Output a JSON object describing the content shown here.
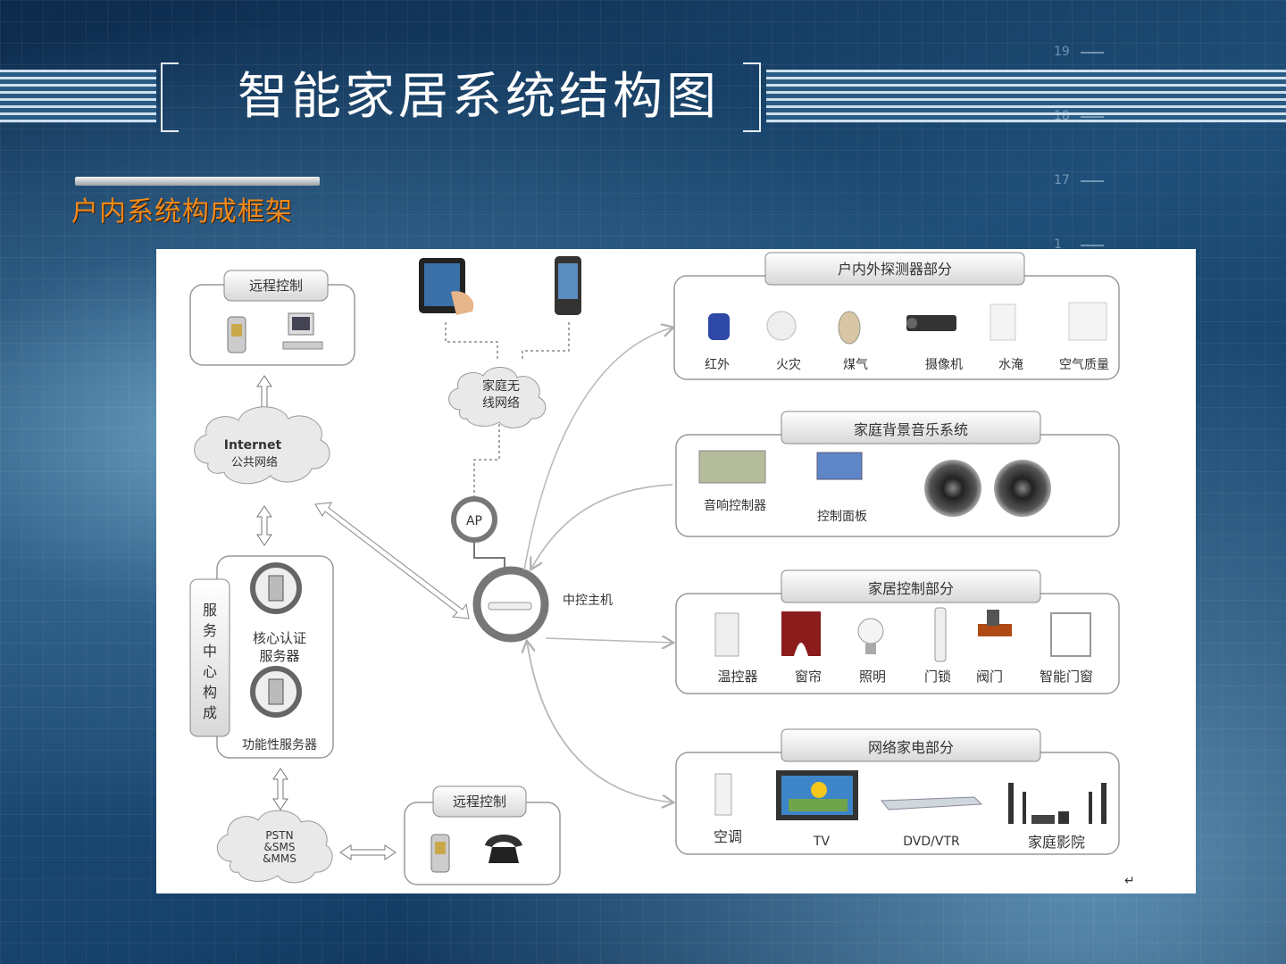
{
  "slide": {
    "title": "智能家居系统结构图",
    "subtitle": "户内系统构成框架"
  },
  "decor_numbers": [
    "19",
    "18",
    "17",
    "1"
  ],
  "diagram": {
    "remote_control_top": {
      "label": "远程控制"
    },
    "internet": {
      "line1": "Internet",
      "line2": "公共网络"
    },
    "wireless": {
      "line1": "家庭无",
      "line2": "线网络"
    },
    "ap": {
      "label": "AP"
    },
    "central_host": {
      "label": "中控主机"
    },
    "service_center": {
      "label_chars": [
        "服",
        "务",
        "中",
        "心",
        "构",
        "成"
      ],
      "core_server": {
        "line1": "核心认证",
        "line2": "服务器"
      },
      "func_server": "功能性服务器"
    },
    "pstn": {
      "line1": "PSTN",
      "line2": "&SMS",
      "line3": "&MMS"
    },
    "remote_control_bottom": {
      "label": "远程控制"
    },
    "groups": [
      {
        "title": "户内外探测器部分",
        "items": [
          "红外",
          "火灾",
          "煤气",
          "摄像机",
          "水淹",
          "空气质量"
        ]
      },
      {
        "title": "家庭背景音乐系统",
        "items": [
          "音响控制器",
          "控制面板"
        ]
      },
      {
        "title": "家居控制部分",
        "items": [
          "温控器",
          "窗帘",
          "照明",
          "门锁",
          "阀门",
          "智能门窗"
        ]
      },
      {
        "title": "网络家电部分",
        "items": [
          "空调",
          "TV",
          "DVD/VTR",
          "家庭影院"
        ]
      }
    ],
    "return_mark": "↵"
  },
  "colors": {
    "title": "#ffffff",
    "subtitle": "#f08a1c",
    "panel": "#ffffff",
    "line": "#b8b8b8"
  }
}
